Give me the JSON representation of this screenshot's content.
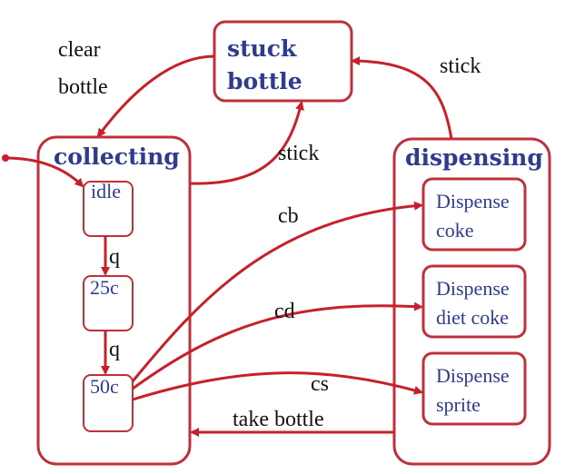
{
  "colors": {
    "state_border": "#c0303a",
    "edge": "#c8202b",
    "state_text": "#2e3b8e",
    "label_text": "#111111"
  },
  "states": {
    "stuck_bottle": {
      "line1": "stuck",
      "line2": "bottle"
    },
    "collecting": {
      "title": "collecting",
      "children": {
        "idle": "idle",
        "c25": "25c",
        "c50": "50c"
      }
    },
    "dispensing": {
      "title": "dispensing",
      "children": {
        "coke": {
          "line1": "Dispense",
          "line2": "coke"
        },
        "diet_coke": {
          "line1": "Dispense",
          "line2": "diet coke"
        },
        "sprite": {
          "line1": "Dispense",
          "line2": "sprite"
        }
      }
    }
  },
  "transitions": {
    "clear_bottle": {
      "line1": "clear",
      "line2": "bottle"
    },
    "stick_top": "stick",
    "stick_mid": "stick",
    "q1": "q",
    "q2": "q",
    "cb": "cb",
    "cd": "cd",
    "cs": "cs",
    "take_bottle": "take bottle"
  }
}
